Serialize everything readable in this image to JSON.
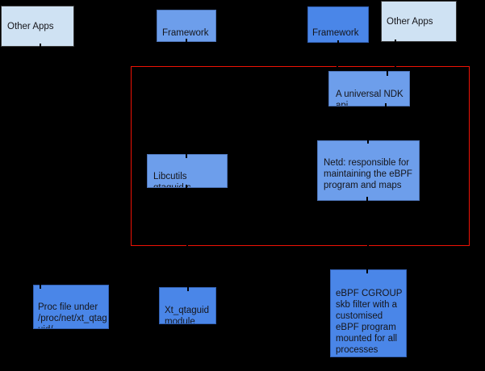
{
  "colors": {
    "background": "#000000",
    "light_blue_box": "#cfe2f3",
    "cornflower_box": "#6d9eeb",
    "bright_blue_box": "#4a86e8",
    "highlight_border": "#ee1205",
    "text": "#15151a",
    "connector": "#000000"
  },
  "nodes": {
    "other_apps_left": {
      "label": "Other Apps"
    },
    "framework_left": {
      "label": "Framework"
    },
    "framework_right": {
      "label": "Framework"
    },
    "other_apps_right": {
      "label": "Other Apps"
    },
    "ndk_api": {
      "label": "A universal NDK\napi"
    },
    "libcutils": {
      "label": "Libcutils\nqtaguid.c"
    },
    "netd": {
      "label": "Netd: responsible for\nmaintaining the eBPF\nprogram and maps"
    },
    "proc_file": {
      "label": "Proc file under\n/proc/net/xt_qtag\nuid/"
    },
    "xt_qtaguid": {
      "label": "Xt_qtaguid\nmodule"
    },
    "ebpf_filter": {
      "label": "eBPF CGROUP\nskb filter with a\ncustomised\neBPF program\nmounted for all\nprocesses"
    }
  },
  "edges": [
    {
      "from": "other_apps_left",
      "to": "proc_file"
    },
    {
      "from": "framework_left",
      "to": "libcutils"
    },
    {
      "from": "libcutils",
      "to": "xt_qtaguid"
    },
    {
      "from": "framework_right",
      "to": "ndk_api"
    },
    {
      "from": "other_apps_right",
      "to": "ndk_api"
    },
    {
      "from": "ndk_api",
      "to": "netd"
    },
    {
      "from": "netd",
      "to": "ebpf_filter"
    }
  ]
}
